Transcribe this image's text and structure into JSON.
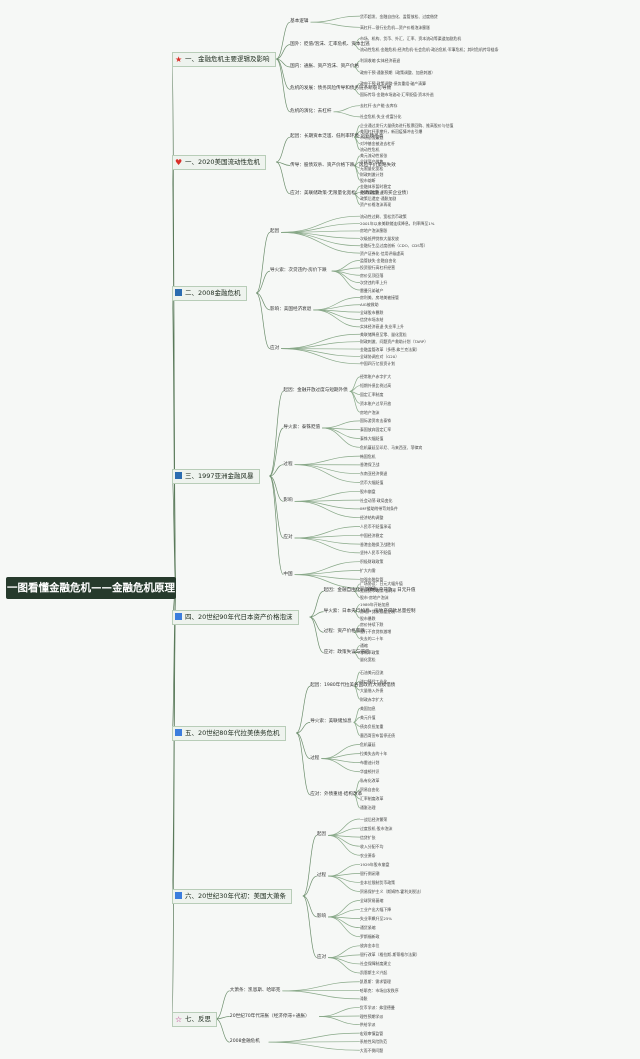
{
  "root": "一图看懂金融危机——金融危机原理",
  "branches": [
    {
      "key": "b1",
      "icon": "star-icon",
      "label": "一、金融危机主要逻辑及影响",
      "subs": [
        "基本逻辑",
        "国外：贬值/泡沫、汇率危机、资本出逃",
        "国内：通胀、资产泡沫、资产价格",
        "危机的发展：债务风险传导和债务链条断裂可导致",
        "危机的演化：去杠杆"
      ],
      "leaves": [
        "货币超发、金融自由化、监管放松、过度借贷",
        "高杠杆—银行业危机—资产价格泡沫膨胀",
        "市场、机构、货币、外汇、汇率、资本流动等渠道加剧危机",
        "流动性危机·金融危机·经济危机·社会危机·政治危机·军事危机；其时危机传导链条",
        "利润收缩·实体经济衰退",
        "政府干预·通胀预期（政策调整、加息刺激）",
        "政府干预·政策调整·债务重组·破产清算",
        "国际传导·金融市场波动·汇率贬值·资本外逃",
        "去杠杆·去产能·去库存",
        "社会危机·失业·贫富分化"
      ]
    },
    {
      "key": "b2",
      "icon": "heart-icon",
      "label": "一、2020美国流动性危机",
      "subs": [
        "起因：长期资本泛滥、低利率环境·企业债务高",
        "传导：股债双杀、资产价格下跌、风险平价策略失效",
        "应对：美联储政策·无限量化宽松、财政刺激（购买企业债）"
      ],
      "leaves": [
        "企业通过发行大量债务进行股票回购、推高股价与估值",
        "美国杠杆率攀升，新冠疫情冲击引爆",
        "市场恐慌蔓延",
        "对冲基金被迫去杠杆",
        "流动性危机",
        "美元流动性紧张",
        "全球资产抛售",
        "无限量化宽松",
        "财政刺激计划",
        "股市熔断",
        "金融体系暂时稳定",
        "经济深度衰退",
        "政策后遗症·通胀加剧",
        "资产价格泡沫再现"
      ]
    },
    {
      "key": "b3",
      "icon": "square-icon",
      "label": "二、2008金融危机",
      "subs": [
        "起因",
        "导火索：次贷违约·房价下跌",
        "影响：美国经济衰退",
        "应对"
      ],
      "leaves": [
        "流动性过剩、宽松货币政策",
        "2001年以来美联储连续降息，利率降至1%",
        "房地产泡沫膨胀",
        "次级抵押贷款大量发放",
        "金融衍生品过度创新（CDO、CDS等）",
        "资产证券化·信用评级虚高",
        "监管缺失·金融自由化",
        "投资银行高杠杆经营",
        "房价见顶回落",
        "次贷违约率上升",
        "雷曼兄弟破产",
        "房利美、房地美被接管",
        "AIG被救助",
        "全球股市暴跌",
        "信贷市场冻结",
        "实体经济衰退·失业率上升",
        "美联储降息至零、量化宽松",
        "财政刺激、问题资产救助计划（TARP）",
        "金融监管改革（多德-弗兰克法案）",
        "全球协调应对（G20）",
        "中国四万亿投资计划"
      ]
    },
    {
      "key": "b4",
      "icon": "square-icon",
      "label": "三、1997亚洲金融风暴",
      "subs": [
        "起因：金融开放过度与短期外债",
        "导火索：泰铢贬值",
        "过程",
        "影响",
        "应对",
        "中国"
      ],
      "leaves": [
        "经常账户赤字扩大",
        "短期外债比例过高",
        "固定汇率制度",
        "资本账户过早开放",
        "房地产泡沫",
        "国际游资攻击泰铢",
        "泰国放弃固定汇率",
        "泰铢大幅贬值",
        "危机蔓延至印尼、马来西亚、菲律宾",
        "韩国危机",
        "香港保卫战",
        "东南亚经济倒退",
        "货币大幅贬值",
        "股市崩盘",
        "社会动荡·政局变化",
        "IMF援助附带苛刻条件",
        "经济结构调整",
        "人民币不贬值承诺",
        "中国经济稳定",
        "香港金融保卫战胜利",
        "坚持人民币不贬值",
        "积极财政政策",
        "扩大内需",
        "加强金融监管",
        "国企改革"
      ]
    },
    {
      "key": "b5",
      "icon": "box-icon",
      "label": "四、20世纪90年代日本资产价格泡沫",
      "subs": [
        "起因：金融自由化、资本账户开放、日元升值",
        "导火索：日本央行加息、房地产贷款总量控制",
        "过程：资产价格暴跌",
        "应对：政策失误与滞后"
      ],
      "leaves": [
        "广场协议：日元大幅升值",
        "宽松货币政策·低利率",
        "股市·房地产泡沫",
        "1989年开始加息",
        "房地产贷款总量控制",
        "股市暴跌",
        "房价持续下跌",
        "银行不良贷款激增",
        "失去的二十年",
        "通缩",
        "零利率政策",
        "量化宽松"
      ]
    },
    {
      "key": "b6",
      "icon": "box-icon",
      "label": "五、20世纪80年代拉美债务危机",
      "subs": [
        "起因：1980年代拉美各国政府大规模借债",
        "导火索：美联储加息",
        "过程",
        "应对：外债重组·结构改革"
      ],
      "leaves": [
        "石油美元回流",
        "进口替代工业化",
        "大量借入外债",
        "财政赤字扩大",
        "美国加息",
        "美元升值",
        "债务负担加重",
        "墨西哥宣布暂停还债",
        "危机蔓延",
        "拉美失去的十年",
        "布雷迪计划",
        "华盛顿共识",
        "私有化改革",
        "贸易自由化",
        "汇率制度改革",
        "通胀治理"
      ]
    },
    {
      "key": "b7",
      "icon": "box-icon",
      "label": "六、20世纪30年代初：美国大萧条",
      "subs": [
        "起因",
        "过程",
        "影响",
        "应对"
      ],
      "leaves": [
        "一战后经济繁荣",
        "过度投机·股市泡沫",
        "信贷扩张",
        "收入分配不均",
        "农业萧条",
        "1929年股市崩盘",
        "银行倒闭潮",
        "金本位限制货币政策",
        "贸易保护主义（斯姆特-霍利关税法）",
        "全球贸易萎缩",
        "工业产出大幅下降",
        "失业率飙升至25%",
        "通货紧缩",
        "罗斯福新政",
        "放弃金本位",
        "银行改革（格拉斯-斯蒂格尔法案）",
        "社会保障制度建立",
        "凯恩斯主义兴起"
      ]
    },
    {
      "key": "b8",
      "icon": "star-pink-icon",
      "label": "七、反思",
      "subs": [
        "大萧条：凯恩斯、哈耶克",
        "20世纪70年代滞胀（经济停滞+通胀）",
        "2008金融危机"
      ],
      "leaves": [
        "凯恩斯：需求管理",
        "哈耶克：市场自发秩序",
        "滞胀",
        "货币学派：弗里德曼",
        "理性预期学派",
        "供给学派",
        "宏观审慎监管",
        "系统性风险防范",
        "大而不倒问题"
      ]
    }
  ]
}
